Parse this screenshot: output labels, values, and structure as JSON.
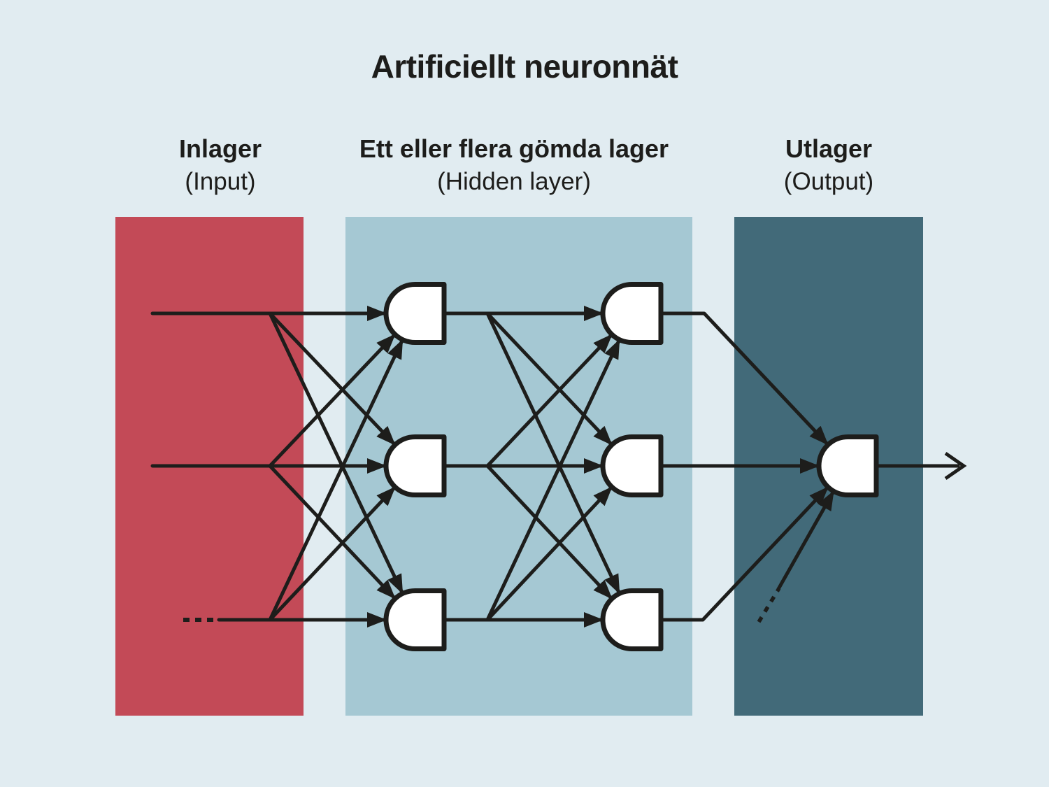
{
  "title": "Artificiellt neuronnät",
  "colors": {
    "background": "#e1ecf1",
    "input_panel": "#c34a57",
    "hidden_panel": "#a5c8d3",
    "output_panel": "#426a79",
    "line": "#1d1d1b",
    "node_fill": "#ffffff",
    "text": "#1d1d1b"
  },
  "layers": {
    "input": {
      "label": "Inlager",
      "sublabel": "(Input)"
    },
    "hidden": {
      "label": "Ett eller flera gömda lager",
      "sublabel": "(Hidden layer)"
    },
    "output": {
      "label": "Utlager",
      "sublabel": "(Output)"
    }
  },
  "network": {
    "input_lines": 3,
    "hidden_layers": 2,
    "nodes_per_hidden_layer": 3,
    "output_nodes": 1,
    "more_inputs_indicator": "dashed line",
    "more_connections_indicator": "dashed diagonal line"
  }
}
